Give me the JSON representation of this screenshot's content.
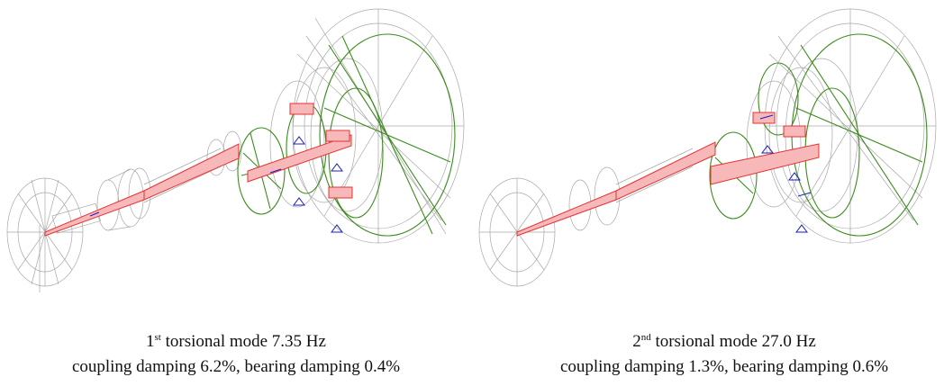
{
  "modes": [
    {
      "ordinal_number": "1",
      "ordinal_suffix": "st",
      "title_rest": " torsional mode 7.35 Hz",
      "damping_line": "coupling damping 6.2%, bearing damping 0.4%"
    },
    {
      "ordinal_number": "2",
      "ordinal_suffix": "nd",
      "title_rest": " torsional mode 27.0 Hz",
      "damping_line": "coupling damping 1.3%, bearing damping 0.6%"
    }
  ],
  "colors": {
    "mesh": "#a8a8a8",
    "mode_shape": "#3c8c1c",
    "shaft_highlight": "#e83030",
    "shaft_fill": "#f6b8b8",
    "bearing": "#1a1ac8"
  }
}
